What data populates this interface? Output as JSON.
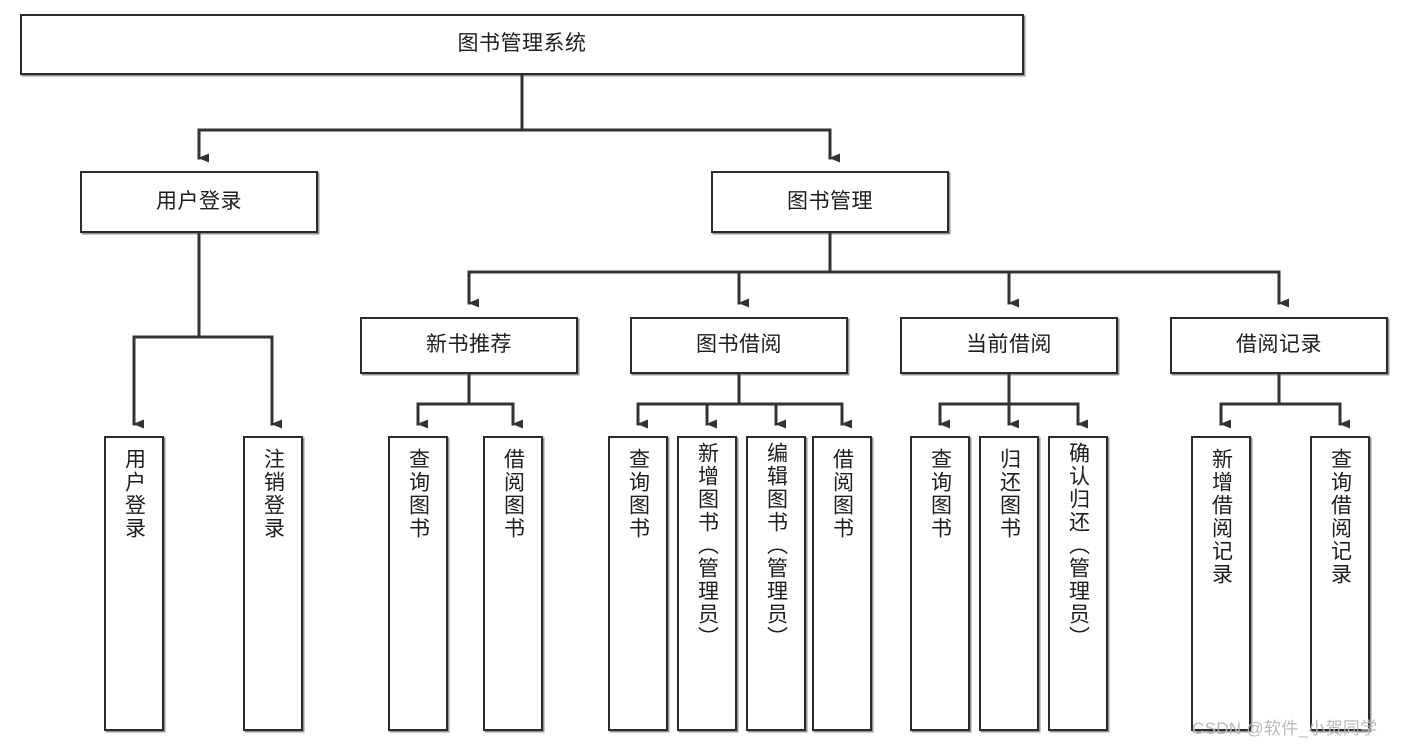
{
  "diagram": {
    "title": "图书管理系统",
    "type": "tree-hierarchy",
    "root": {
      "label": "图书管理系统"
    },
    "level2": [
      {
        "label": "用户登录"
      },
      {
        "label": "图书管理"
      }
    ],
    "level3": [
      {
        "label": "新书推荐"
      },
      {
        "label": "图书借阅"
      },
      {
        "label": "当前借阅"
      },
      {
        "label": "借阅记录"
      }
    ],
    "leaves": {
      "user_login": [
        {
          "label": "用户登录"
        },
        {
          "label": "注销登录"
        }
      ],
      "new_book_recommend": [
        {
          "label": "查询图书"
        },
        {
          "label": "借阅图书"
        }
      ],
      "book_borrow": [
        {
          "label": "查询图书"
        },
        {
          "label": "新增图书（管理员）"
        },
        {
          "label": "编辑图书（管理员）"
        },
        {
          "label": "借阅图书"
        }
      ],
      "current_borrow": [
        {
          "label": "查询图书"
        },
        {
          "label": "归还图书"
        },
        {
          "label": "确认归还（管理员）"
        }
      ],
      "borrow_records": [
        {
          "label": "新增借阅记录"
        },
        {
          "label": "查询借阅记录"
        }
      ]
    }
  },
  "watermark": {
    "text": "CSDN @软件_小贺同学"
  },
  "colors": {
    "box_border": "#2b2b2b",
    "box_fill": "#ffffff",
    "edge": "#333333",
    "text": "#1d1d1d",
    "watermark": "#b9b9b9",
    "background": "#ffffff"
  }
}
